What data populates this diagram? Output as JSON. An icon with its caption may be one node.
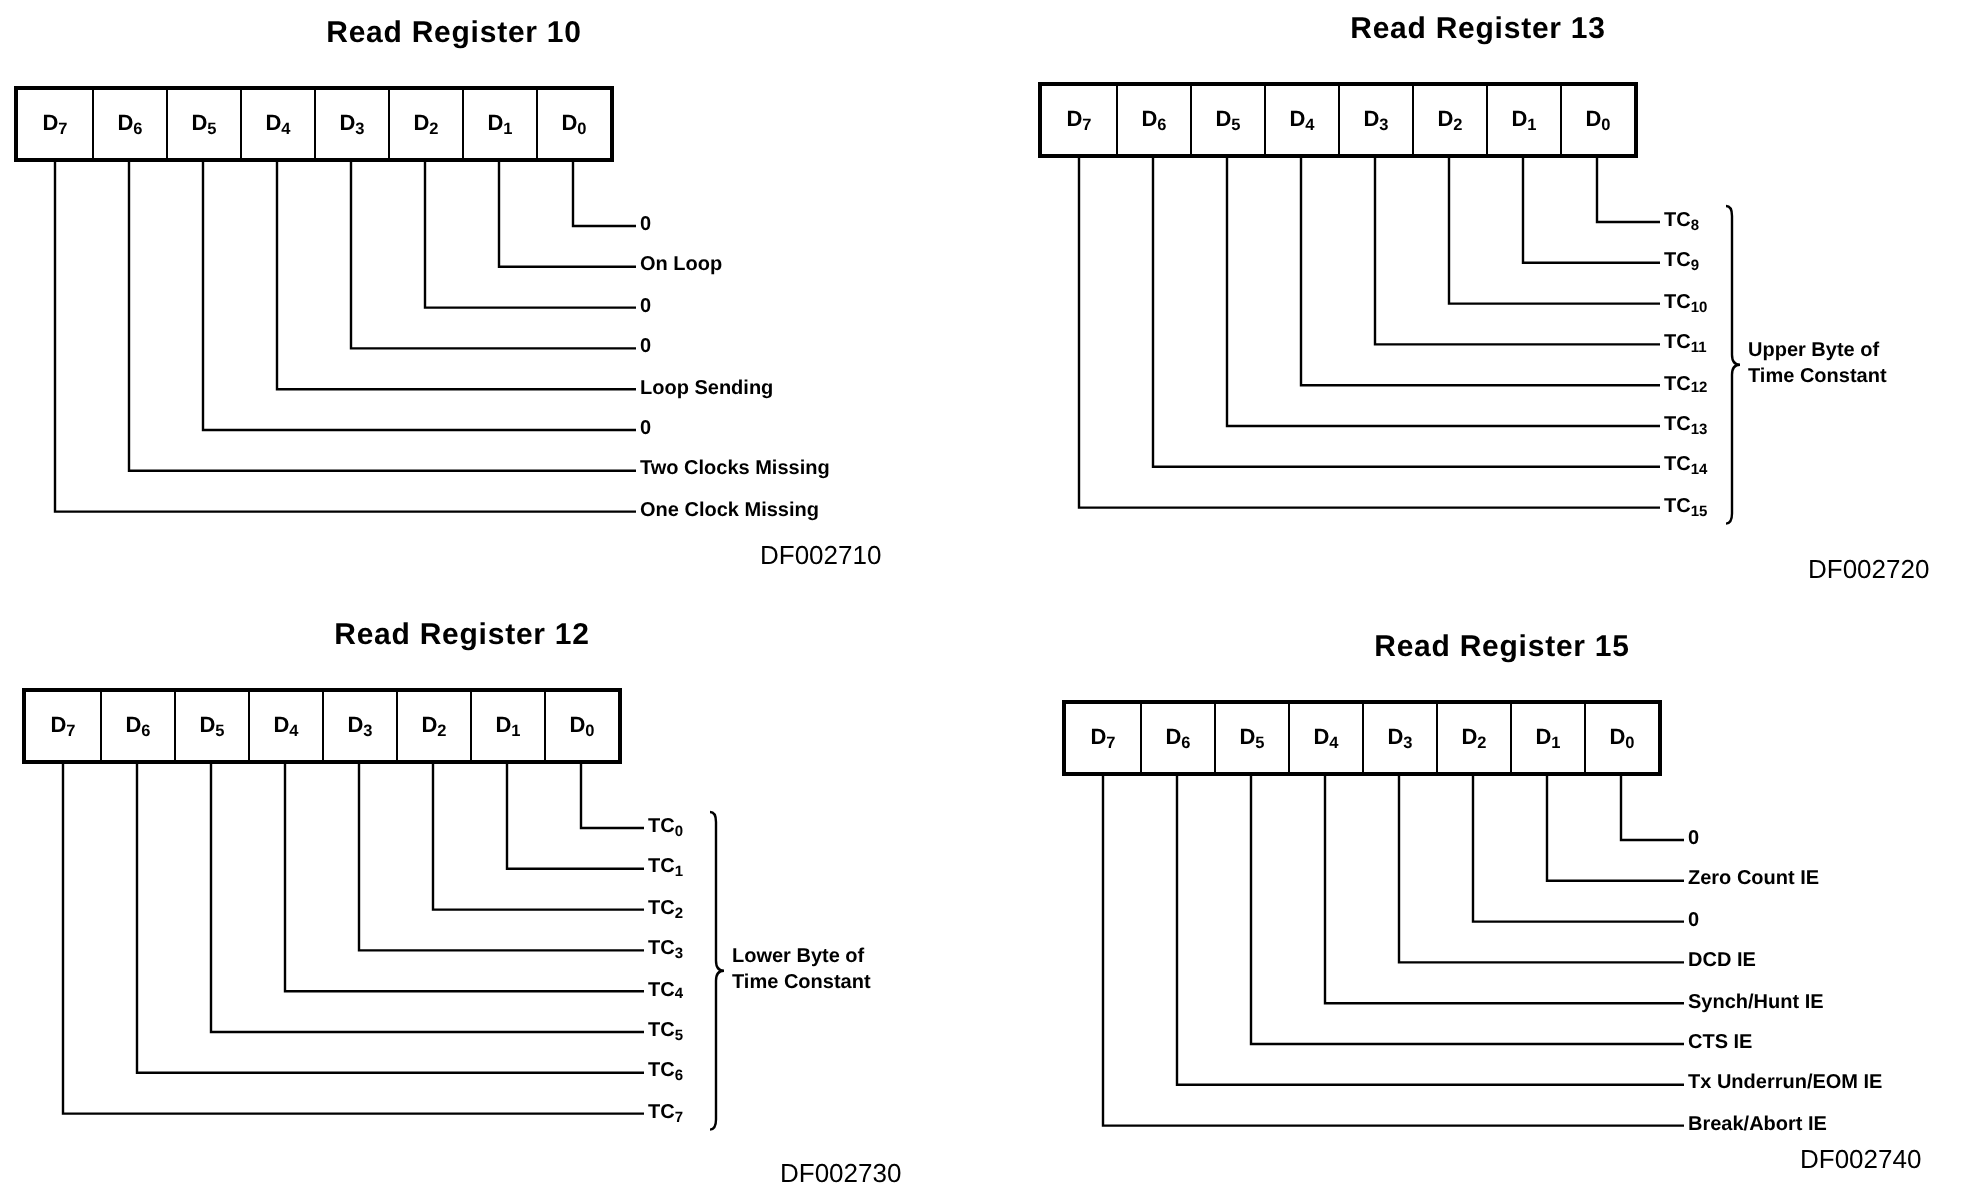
{
  "diagram": {
    "nodes": [
      {
        "text": [
          "Read Register 10"
        ]
      },
      {
        "text": [
          "D$_{7}$"
        ],
        "in": 0
      },
      {
        "text": [
          "D$_{6}$"
        ],
        "in": 0
      },
      {
        "text": [
          "D$_{5}$"
        ],
        "in": 0
      },
      {
        "text": [
          "D$_{4}$"
        ],
        "in": 0
      },
      {
        "text": [
          "D$_{3}$"
        ],
        "in": 0
      },
      {
        "text": [
          "D$_{2}$"
        ],
        "in": 0
      },
      {
        "text": [
          "D$_{1}$"
        ],
        "in": 0
      },
      {
        "text": [
          "D$_{0}$"
        ],
        "in": 0
      },
      {
        "text": [
          "0"
        ]
      },
      {
        "text": [
          "On Loop"
        ]
      },
      {
        "text": [
          "0"
        ]
      },
      {
        "text": [
          "0"
        ]
      },
      {
        "text": [
          "Loop Sending"
        ]
      },
      {
        "text": [
          "0"
        ]
      },
      {
        "text": [
          "Two Clocks Missing"
        ]
      },
      {
        "text": [
          "One Clock Missing"
        ]
      },
      {
        "text": [
          "Read Register 13"
        ]
      },
      {
        "text": [
          "D$_{7}$"
        ],
        "in": 17
      },
      {
        "text": [
          "D$_{6}$"
        ],
        "in": 17
      },
      {
        "text": [
          "D$_{5}$"
        ],
        "in": 17
      },
      {
        "text": [
          "D$_{4}$"
        ],
        "in": 17
      },
      {
        "text": [
          "D$_{3}$"
        ],
        "in": 17
      },
      {
        "text": [
          "D$_{2}$"
        ],
        "in": 17
      },
      {
        "text": [
          "D$_{1}$"
        ],
        "in": 17
      },
      {
        "text": [
          "D$_{0}$"
        ],
        "in": 17
      },
      {
        "text": [
          "TC$_{8}$"
        ]
      },
      {
        "text": [
          "TC$_{9}$"
        ]
      },
      {
        "text": [
          "TC$_{10}$"
        ]
      },
      {
        "text": [
          "TC$_{11}$"
        ]
      },
      {
        "text": [
          "TC$_{12}$"
        ]
      },
      {
        "text": [
          "TC$_{13}$"
        ]
      },
      {
        "text": [
          "TC$_{14}$"
        ]
      },
      {
        "text": [
          "TC$_{15}$"
        ]
      },
      {
        "text": [
          "Read Register 12"
        ]
      },
      {
        "text": [
          "D$_{7}$"
        ],
        "in": 34
      },
      {
        "text": [
          "D$_{6}$"
        ],
        "in": 34
      },
      {
        "text": [
          "D$_{5}$"
        ],
        "in": 34
      },
      {
        "text": [
          "D$_{4}$"
        ],
        "in": 34
      },
      {
        "text": [
          "D$_{3}$"
        ],
        "in": 34
      },
      {
        "text": [
          "D$_{2}$"
        ],
        "in": 34
      },
      {
        "text": [
          "D$_{1}$"
        ],
        "in": 34
      },
      {
        "text": [
          "D$_{0}$"
        ],
        "in": 34
      },
      {
        "text": [
          "TC$_{0}$"
        ]
      },
      {
        "text": [
          "TC$_{1}$"
        ]
      },
      {
        "text": [
          "TC$_{2}$"
        ]
      },
      {
        "text": [
          "TC$_{3}$"
        ]
      },
      {
        "text": [
          "TC$_{4}$"
        ]
      },
      {
        "text": [
          "TC$_{5}$"
        ]
      },
      {
        "text": [
          "TC$_{6}$"
        ]
      },
      {
        "text": [
          "TC$_{7}$"
        ]
      },
      {
        "text": [
          "Read Register 15"
        ]
      },
      {
        "text": [
          "D$_{7}$"
        ],
        "in": 51
      },
      {
        "text": [
          "D$_{6}$"
        ],
        "in": 51
      },
      {
        "text": [
          "D$_{5}$"
        ],
        "in": 51
      },
      {
        "text": [
          "D$_{4}$"
        ],
        "in": 51
      },
      {
        "text": [
          "D$_{3}$"
        ],
        "in": 51
      },
      {
        "text": [
          "D$_{2}$"
        ],
        "in": 51
      },
      {
        "text": [
          "D$_{1}$"
        ],
        "in": 51
      },
      {
        "text": [
          "D$_{0}$"
        ],
        "in": 51
      },
      {
        "text": [
          "0"
        ]
      },
      {
        "text": [
          "Zero Count IE"
        ]
      },
      {
        "text": [
          "0"
        ]
      },
      {
        "text": [
          "DCD IE"
        ]
      },
      {
        "text": [
          "Synch/Hunt IE"
        ]
      },
      {
        "text": [
          "CTS IE"
        ]
      },
      {
        "text": [
          "Tx Underrun/EOM IE"
        ]
      },
      {
        "text": [
          "Break/Abort IE"
        ]
      }
    ],
    "edges": [
      {
        "from": 8,
        "to": 9,
        "arrow": "none"
      },
      {
        "from": 7,
        "to": 10,
        "arrow": "none"
      },
      {
        "from": 6,
        "to": 11,
        "arrow": "none"
      },
      {
        "from": 5,
        "to": 12,
        "arrow": "none"
      },
      {
        "from": 4,
        "to": 13,
        "arrow": "none"
      },
      {
        "from": 3,
        "to": 14,
        "arrow": "none"
      },
      {
        "from": 2,
        "to": 15,
        "arrow": "none"
      },
      {
        "from": 1,
        "to": 16,
        "arrow": "none"
      },
      {
        "from": 25,
        "to": 26,
        "arrow": "none"
      },
      {
        "from": 24,
        "to": 27,
        "arrow": "none"
      },
      {
        "from": 23,
        "to": 28,
        "arrow": "none"
      },
      {
        "from": 22,
        "to": 29,
        "arrow": "none"
      },
      {
        "from": 21,
        "to": 30,
        "arrow": "none"
      },
      {
        "from": 20,
        "to": 31,
        "arrow": "none"
      },
      {
        "from": 19,
        "to": 32,
        "arrow": "none"
      },
      {
        "from": 18,
        "to": 33,
        "arrow": "none"
      },
      {
        "from": 42,
        "to": 43,
        "arrow": "none"
      },
      {
        "from": 41,
        "to": 44,
        "arrow": "none"
      },
      {
        "from": 40,
        "to": 45,
        "arrow": "none"
      },
      {
        "from": 39,
        "to": 46,
        "arrow": "none"
      },
      {
        "from": 38,
        "to": 47,
        "arrow": "none"
      },
      {
        "from": 37,
        "to": 48,
        "arrow": "none"
      },
      {
        "from": 36,
        "to": 49,
        "arrow": "none"
      },
      {
        "from": 35,
        "to": 50,
        "arrow": "none"
      },
      {
        "from": 59,
        "to": 60,
        "arrow": "none"
      },
      {
        "from": 58,
        "to": 61,
        "arrow": "none"
      },
      {
        "from": 57,
        "to": 62,
        "arrow": "none"
      },
      {
        "from": 56,
        "to": 63,
        "arrow": "none"
      },
      {
        "from": 55,
        "to": 64,
        "arrow": "none"
      },
      {
        "from": 54,
        "to": 65,
        "arrow": "none"
      },
      {
        "from": 53,
        "to": 66,
        "arrow": "none"
      },
      {
        "from": 52,
        "to": 67,
        "arrow": "none"
      }
    ],
    "labels": [
      "DF002710",
      "Upper Byte of Time Constant",
      "DF002720",
      "Lower Byte of Time Constant",
      "DF002730",
      "DF002740"
    ]
  }
}
